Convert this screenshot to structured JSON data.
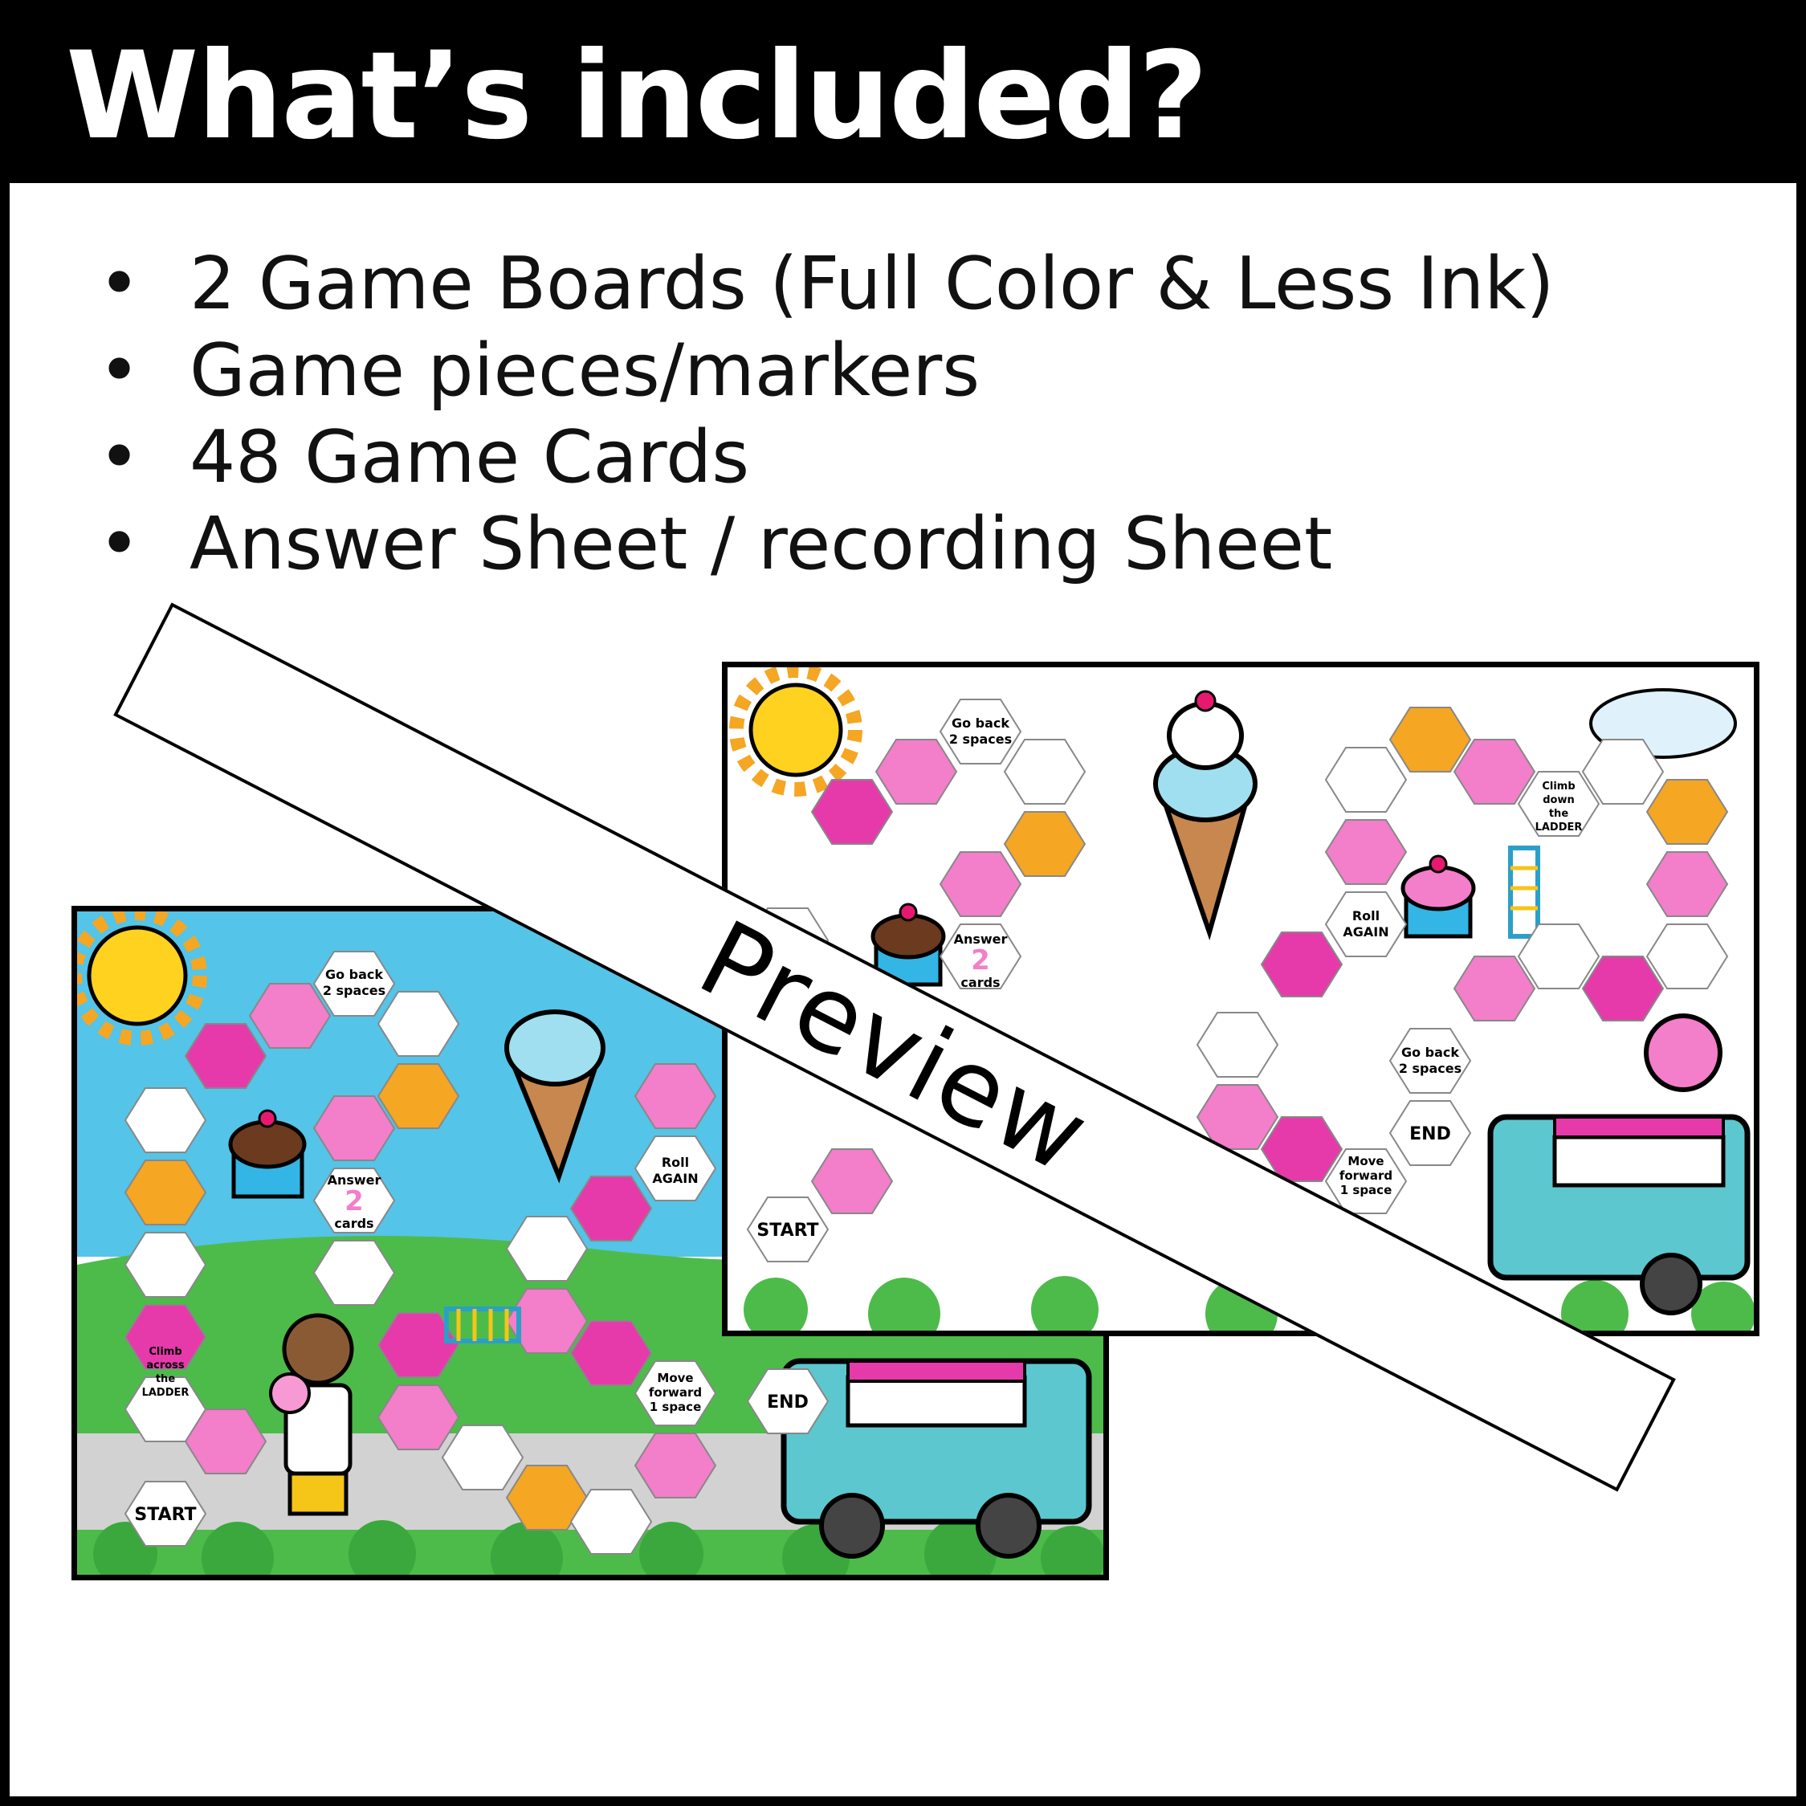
{
  "header": {
    "title": "What’s included?"
  },
  "list": {
    "bullet": "•",
    "items": [
      "2 Game Boards (Full Color & Less Ink)",
      "Game pieces/markers",
      "48 Game Cards",
      "Answer Sheet / recording Sheet"
    ]
  },
  "preview": {
    "label": "Preview"
  },
  "board": {
    "start": "START",
    "end": "END",
    "go_back_1": "Go back",
    "go_back_2": "2 spaces",
    "roll_1": "Roll",
    "roll_2": "AGAIN",
    "answer_1": "Answer",
    "answer_num": "2",
    "answer_2": "cards",
    "move_1": "Move",
    "move_2": "forward",
    "move_3": "1 space",
    "climb_across": [
      "Climb",
      "across",
      "the",
      "LADDER"
    ],
    "climb_down": [
      "Climb",
      "down",
      "the",
      "LADDER"
    ]
  },
  "colors": {
    "pink": "#f37ec9",
    "magenta": "#e63aab",
    "orange": "#f5a623",
    "sky": "#54c4e8",
    "grass": "#4dbb4a",
    "road": "#d2d2d2"
  }
}
